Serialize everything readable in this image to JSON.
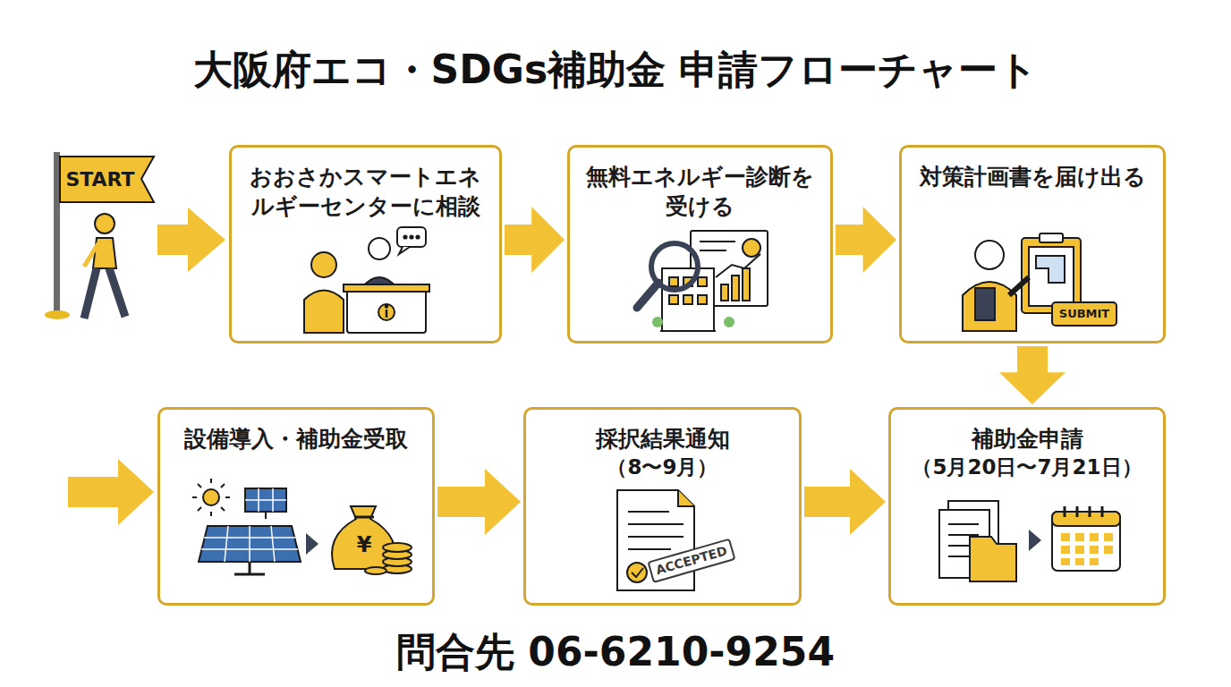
{
  "diagram": {
    "title": "大阪府エコ・SDGs補助金 申請フローチャート",
    "nodes": [
      {
        "text": [
          "おおさかスマートエネルギーセンターに相談"
        ]
      },
      {
        "text": [
          "無料エネルギー診断を受ける"
        ]
      },
      {
        "text": [
          "対策計画書を届け出る"
        ]
      },
      {
        "text": [
          "補助金申請",
          "（5月20日〜7月21日）"
        ]
      },
      {
        "text": [
          "採択結果通知",
          "（8〜9月）"
        ]
      },
      {
        "text": [
          "設備導入・補助金受取"
        ]
      }
    ],
    "edges": [
      {
        "from": 0,
        "to": 1,
        "arrow": "to"
      },
      {
        "from": 1,
        "to": 2,
        "arrow": "to"
      },
      {
        "from": 2,
        "to": 3,
        "arrow": "to"
      },
      {
        "from": 4,
        "to": 3,
        "arrow": "to"
      },
      {
        "from": 5,
        "to": 4,
        "arrow": "to"
      }
    ],
    "labels": [
      "START",
      "SUBMIT",
      "ACCEPTED",
      "¥",
      "問合先 06-6210-9254"
    ]
  }
}
